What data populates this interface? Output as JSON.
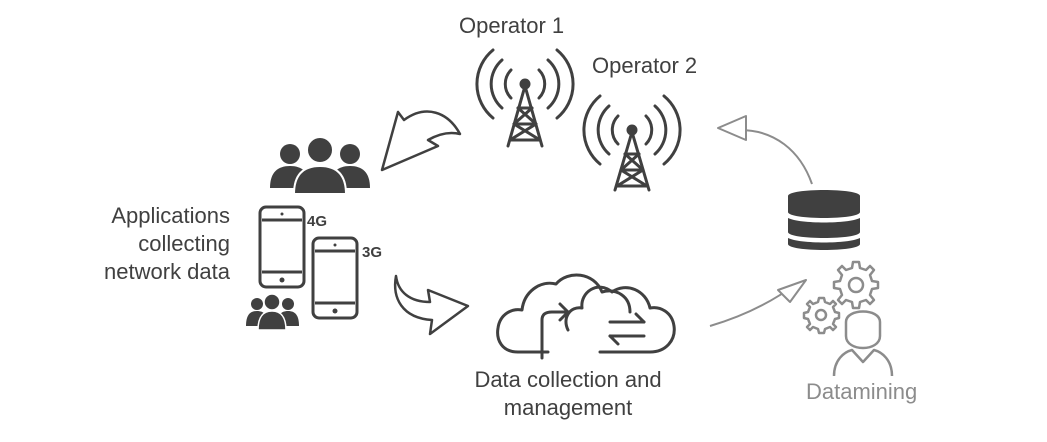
{
  "labels": {
    "operator1": "Operator 1",
    "operator2": "Operator 2",
    "apps": [
      "Applications",
      "collecting",
      "network data"
    ],
    "net4g": "4G",
    "net3g": "3G",
    "collection": [
      "Data collection and",
      "management"
    ],
    "datamining": "Datamining"
  },
  "colors": {
    "dark": "#404040",
    "light": "#8c8c8c",
    "background": "#ffffff"
  }
}
